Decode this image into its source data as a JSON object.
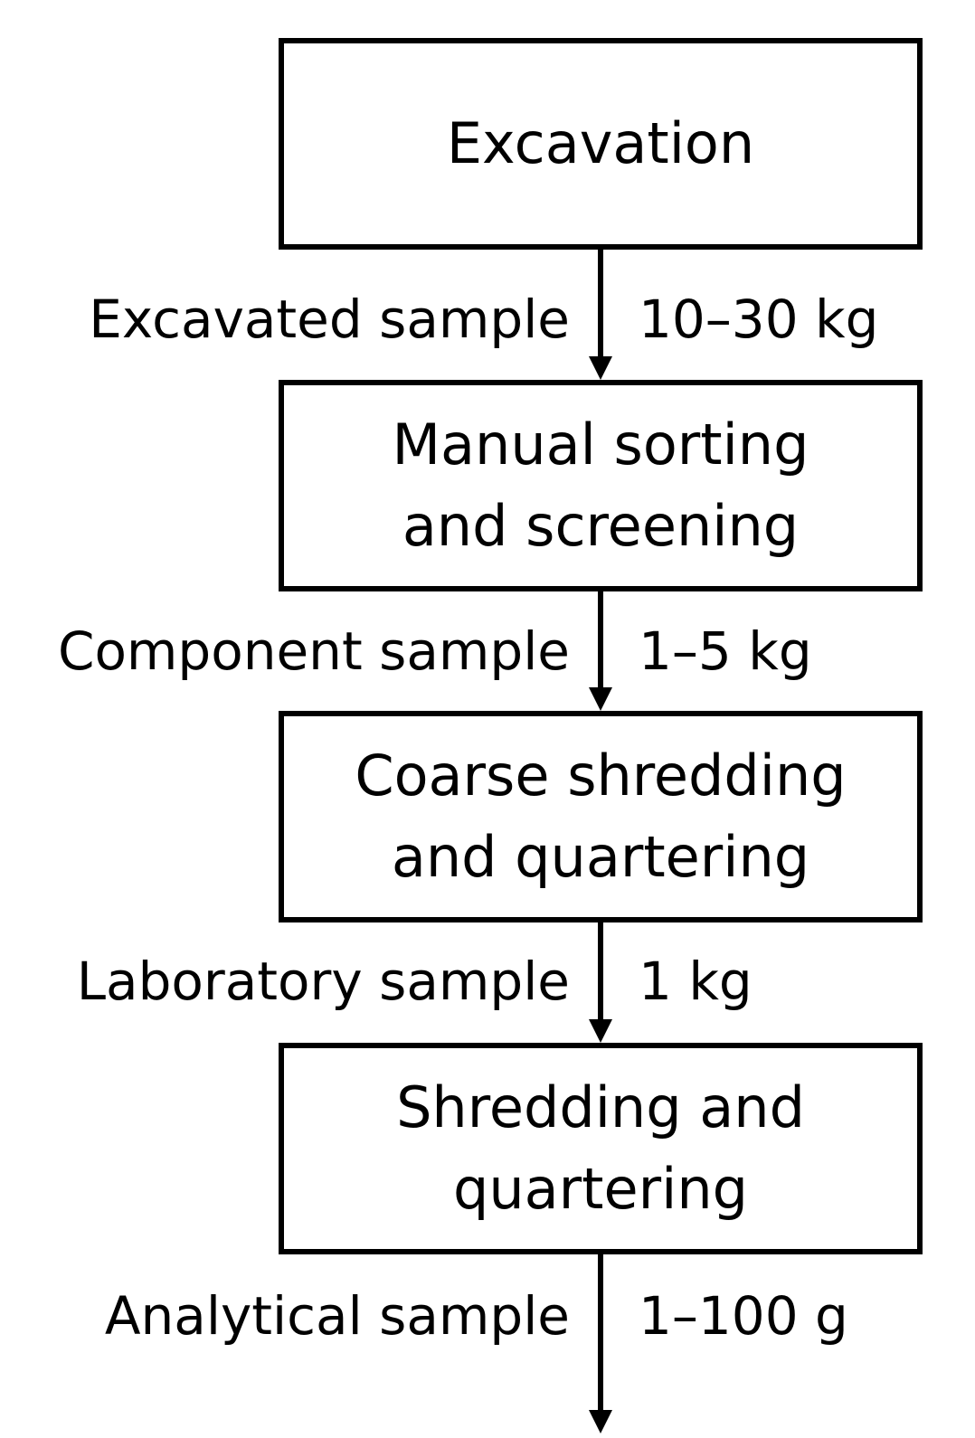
{
  "steps": [
    {
      "label": "Excavation"
    },
    {
      "label": "Manual sorting\nand screening"
    },
    {
      "label": "Coarse shredding\nand quartering"
    },
    {
      "label": "Shredding and\nquartering"
    }
  ],
  "samples": [
    {
      "name": "Excavated sample",
      "mass": "10–30 kg"
    },
    {
      "name": "Component sample",
      "mass": "1–5 kg"
    },
    {
      "name": "Laboratory sample",
      "mass": "1 kg"
    },
    {
      "name": "Analytical sample",
      "mass": "1–100 g"
    }
  ]
}
